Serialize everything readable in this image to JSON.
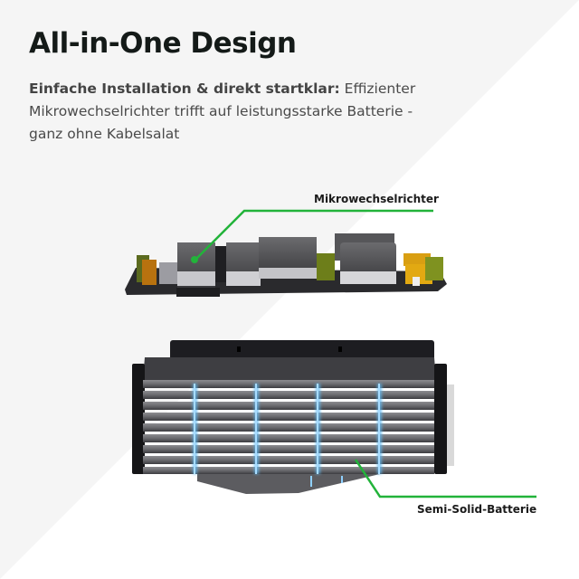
{
  "heading": {
    "title": "All-in-One Design",
    "intro_bold": "Einfache Installation & direkt startklar:",
    "intro_rest": " Effizienter Mikrowechselrichter trifft auf leistungsstarke Batterie - ganz ohne Kabelsalat"
  },
  "callouts": {
    "inverter_label": "Mikrowechselrichter",
    "battery_label": "Semi-Solid-Batterie"
  },
  "colors": {
    "background": "#ffffff",
    "background_panel": "#f5f5f5",
    "accent_green": "#22b33a",
    "heading_text": "#141a18",
    "body_text": "#4a4a4a",
    "battery_glow": "#5fb8f0"
  }
}
